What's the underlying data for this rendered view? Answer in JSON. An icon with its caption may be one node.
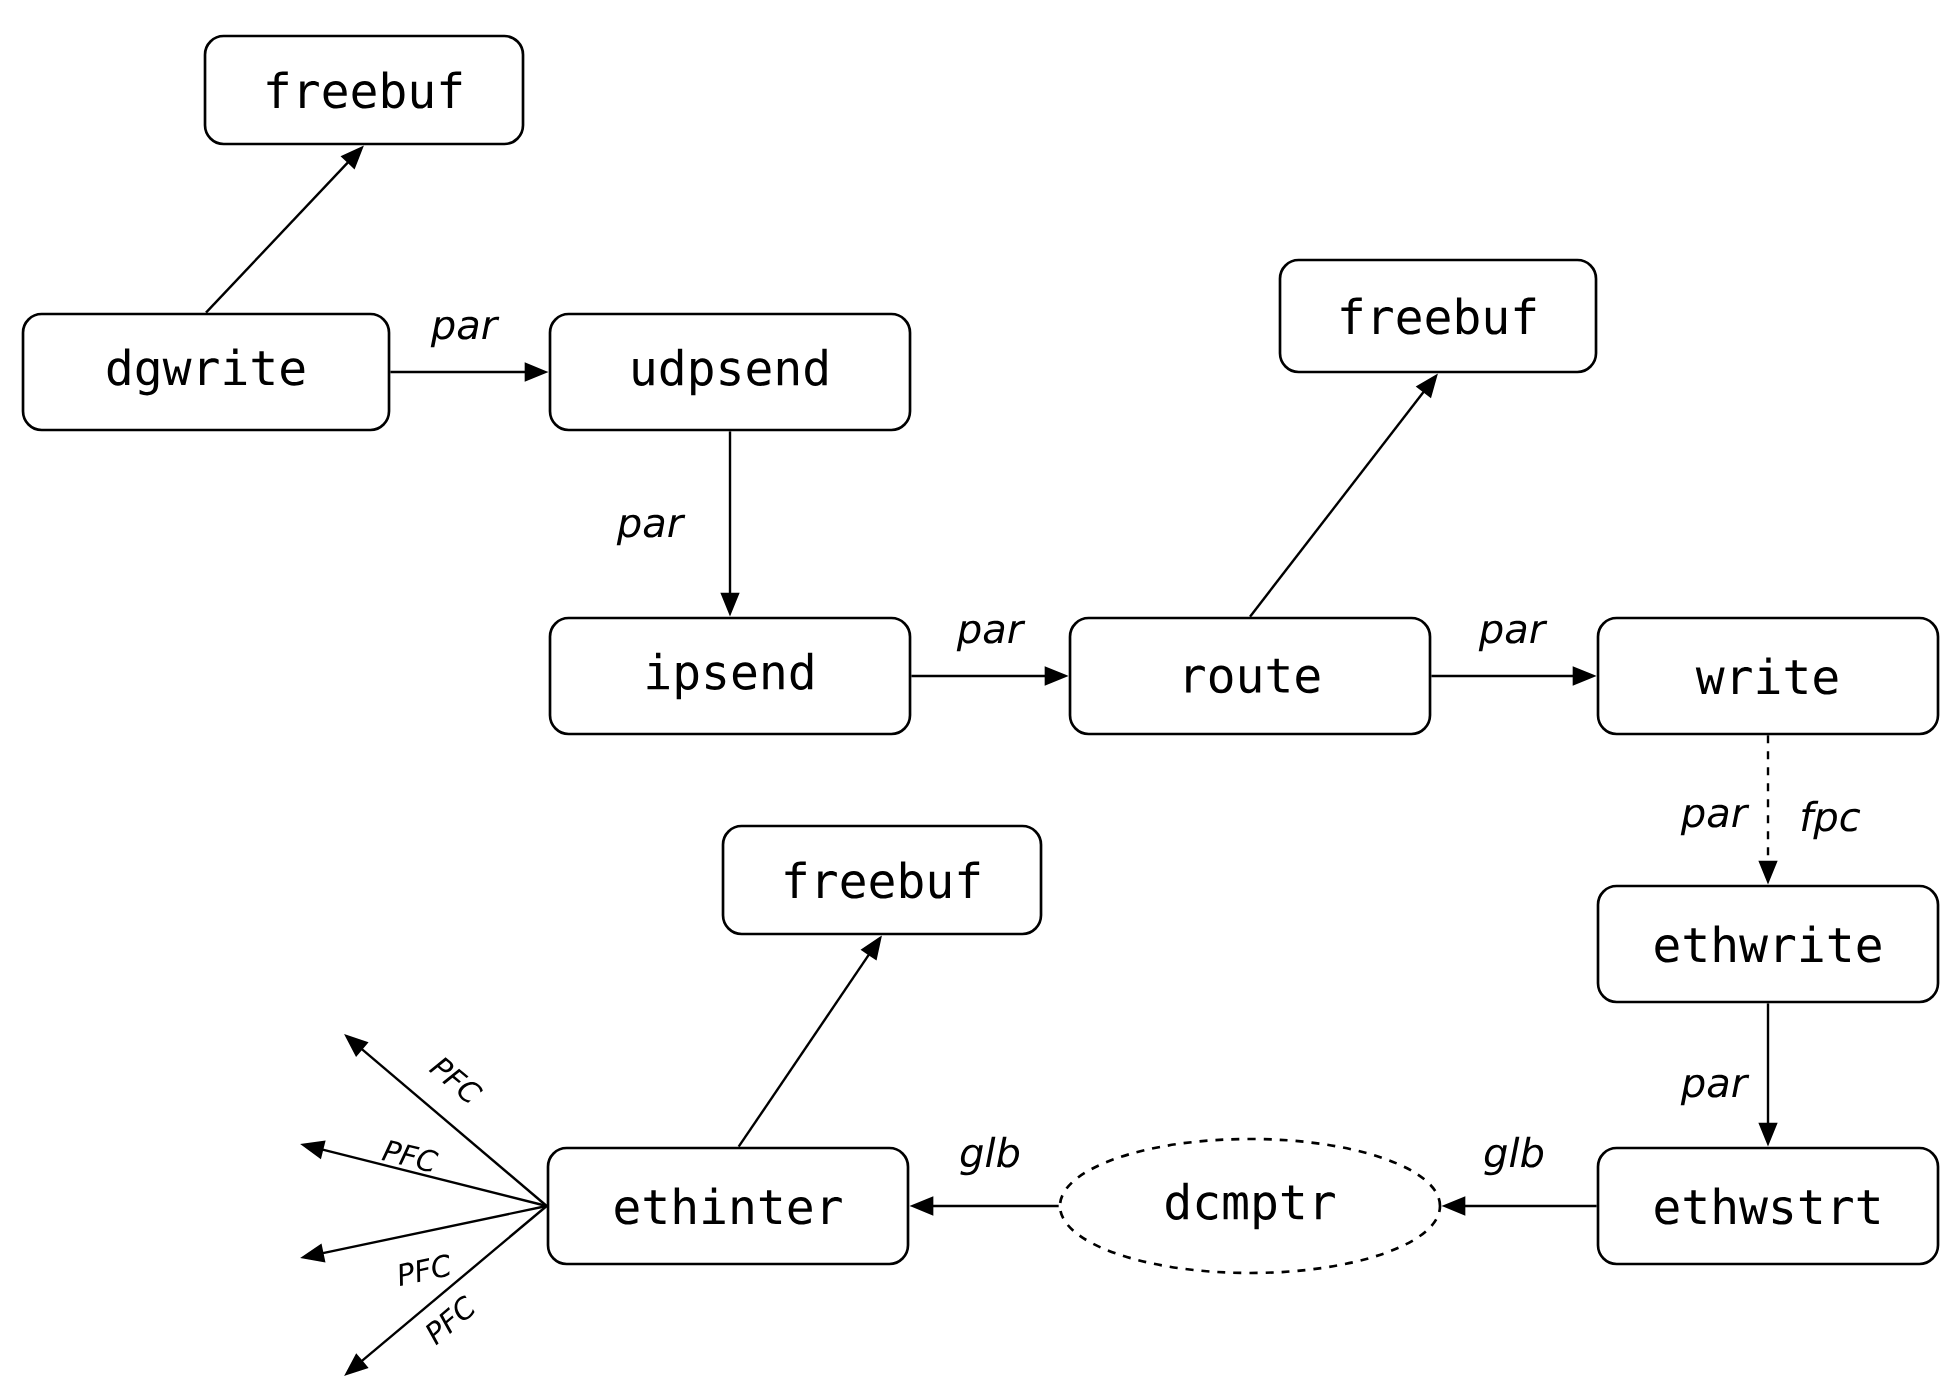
{
  "diagram": {
    "nodes": [
      {
        "text": [
          "freebuf"
        ]
      },
      {
        "text": [
          "dgwrite"
        ]
      },
      {
        "text": [
          "udpsend"
        ]
      },
      {
        "text": [
          "freebuf"
        ]
      },
      {
        "text": [
          "ipsend"
        ]
      },
      {
        "text": [
          "route"
        ]
      },
      {
        "text": [
          "write"
        ]
      },
      {
        "text": [
          "freebuf"
        ]
      },
      {
        "text": [
          "ethwrite"
        ]
      },
      {
        "text": [
          "ethinter"
        ]
      },
      {
        "text": [
          "dcmptr"
        ]
      },
      {
        "text": [
          "ethwstrt"
        ]
      }
    ],
    "edges": [
      {
        "from": 1,
        "to": 0,
        "arrow": "to"
      },
      {
        "from": 1,
        "to": 2,
        "arrow": "to",
        "label": "par"
      },
      {
        "from": 2,
        "to": 4,
        "arrow": "to",
        "label": "par"
      },
      {
        "from": 4,
        "to": 5,
        "arrow": "to",
        "label": "par"
      },
      {
        "from": 5,
        "to": 3,
        "arrow": "to"
      },
      {
        "from": 5,
        "to": 6,
        "arrow": "to",
        "label": "par"
      },
      {
        "from": 6,
        "to": 8,
        "arrow": "to",
        "label": "par",
        "style": "dashed"
      },
      {
        "from": 8,
        "to": 11,
        "arrow": "to",
        "label": "par"
      },
      {
        "from": 11,
        "to": 10,
        "arrow": "to",
        "label": "glb"
      },
      {
        "from": 10,
        "to": 9,
        "arrow": "to",
        "label": "glb"
      },
      {
        "from": 9,
        "to": 7,
        "arrow": "to"
      },
      {
        "from": 9,
        "to": null,
        "arrow": "to",
        "label": "PFC"
      },
      {
        "from": 9,
        "to": null,
        "arrow": "to",
        "label": "PFC"
      },
      {
        "from": 9,
        "to": null,
        "arrow": "to",
        "label": "PFC"
      },
      {
        "from": 9,
        "to": null,
        "arrow": "to",
        "label": "PFC"
      }
    ],
    "labels": [
      "fpc"
    ]
  }
}
